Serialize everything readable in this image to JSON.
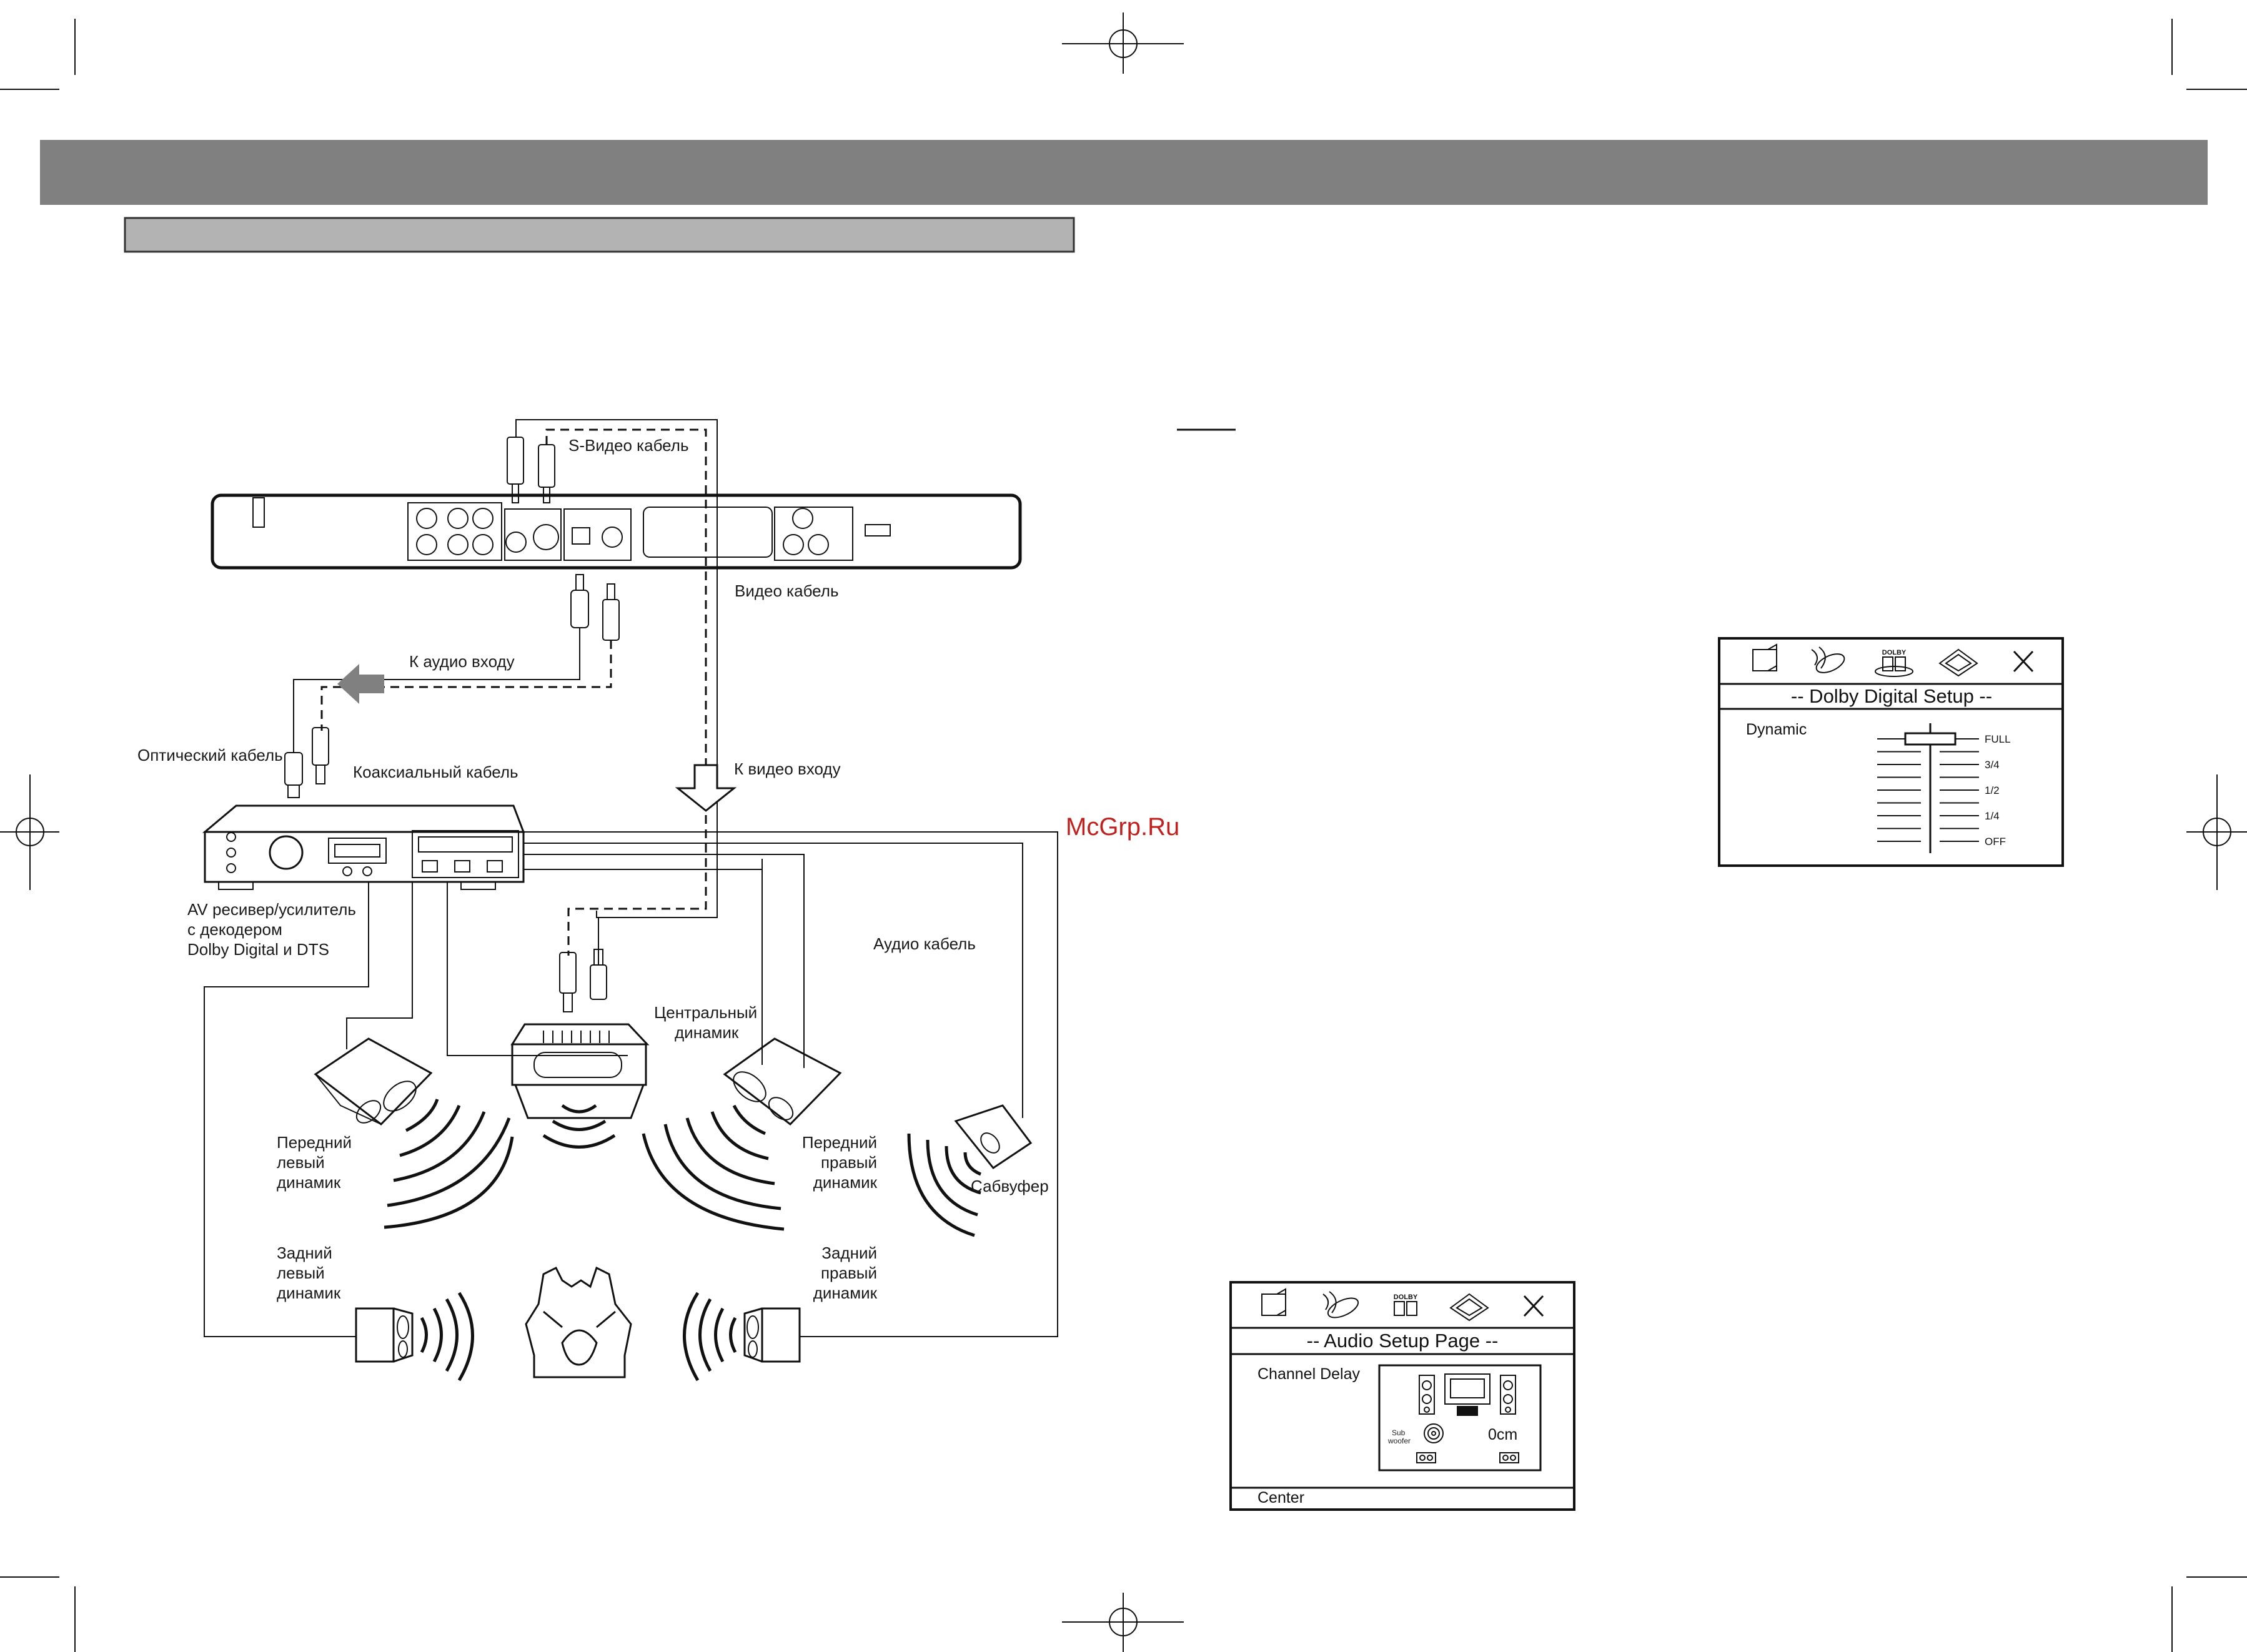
{
  "watermark": "McGrp.Ru",
  "diagram": {
    "labels": {
      "svideo_cable": "S-Видео кабель",
      "video_cable": "Видео кабель",
      "to_audio_input": "К аудио входу",
      "optical_cable": "Оптический кабель",
      "coaxial_cable": "Коаксиальный кабель",
      "to_video_input": "К видео входу",
      "receiver_line1": "AV ресивер/усилитель",
      "receiver_line2": "с декодером",
      "receiver_line3": "Dolby Digital и DTS",
      "audio_cable": "Аудио кабель",
      "center_line1": "Центральный",
      "center_line2": "динамик",
      "front_left_line1": "Передний",
      "front_left_line2": "левый",
      "front_left_line3": "динамик",
      "front_right_line1": "Передний",
      "front_right_line2": "правый",
      "front_right_line3": "динамик",
      "subwoofer": "Сабвуфер",
      "rear_left_line1": "Задний",
      "rear_left_line2": "левый",
      "rear_left_line3": "динамик",
      "rear_right_line1": "Задний",
      "rear_right_line2": "правый",
      "rear_right_line3": "динамик"
    }
  },
  "dolby_screen": {
    "logo_text": "DOLBY",
    "title": "-- Dolby Digital Setup --",
    "item": "Dynamic",
    "ticks": [
      "FULL",
      "3/4",
      "1/2",
      "1/4",
      "OFF"
    ],
    "level": "FULL"
  },
  "audio_screen": {
    "logo_text": "DOLBY",
    "title": "-- Audio  Setup  Page --",
    "item": "Channel Delay",
    "sub_line1": "Sub",
    "sub_line2": "woofer",
    "value": "0cm",
    "status": "Center"
  }
}
